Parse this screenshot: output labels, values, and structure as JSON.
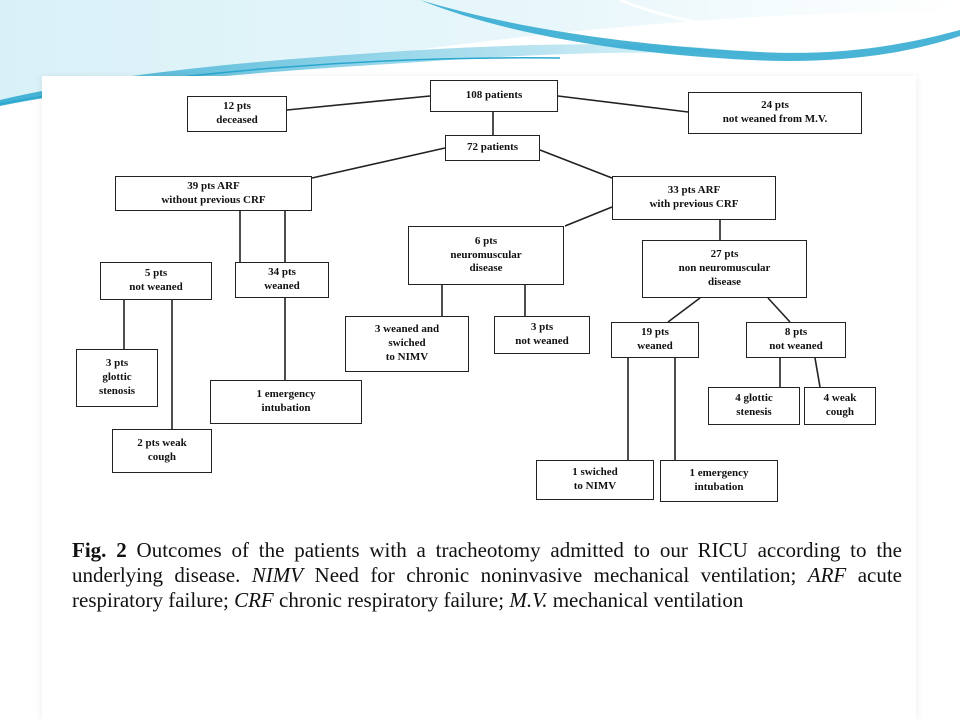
{
  "nodes": {
    "n108": "108 patients",
    "n12": "12 pts\ndeceased",
    "n24": "24 pts\nnot weaned from M.V.",
    "n72": "72 patients",
    "n39": "39 pts ARF\nwithout previous CRF",
    "n33": "33 pts ARF\nwith previous CRF",
    "n5": "5 pts\nnot weaned",
    "n34": "34 pts\nweaned",
    "n6": "6 pts\nneuromuscular\ndisease",
    "n27": "27 pts\nnon neuromuscular\ndisease",
    "n3g": "3 pts\nglottic\nstenosis",
    "n2wc": "2 pts weak\ncough",
    "n1ei_left": "1 emergency\nintubation",
    "n3ws": "3 weaned and\nswiched\nto NIMV",
    "n3nw": "3 pts\nnot weaned",
    "n19": "19 pts\nweaned",
    "n8": "8 pts\nnot weaned",
    "n4gs": "4 glottic\nstenesis",
    "n4wc": "4 weak\ncough",
    "n1sw": "1 swiched\nto NIMV",
    "n1ei_right": "1 emergency\nintubation"
  },
  "caption": {
    "fig_label": "Fig. 2",
    "text_1": " Outcomes of the patients with a tracheotomy admitted to our RICU according to the underlying disease. ",
    "abbr_1": "NIMV",
    "text_2": " Need for chronic noninvasive mechanical ventilation; ",
    "abbr_2": "ARF",
    "text_3": " acute respiratory failure; ",
    "abbr_3": "CRF",
    "text_4": " chronic respiratory failure; ",
    "abbr_4": "M.V.",
    "text_5": " mechanical ventilation"
  },
  "colors": {
    "swoosh_light": "#d8f1f7",
    "swoosh_mid": "#8fd3e8",
    "swoosh_dark": "#2aa7cf",
    "line": "#222222"
  }
}
